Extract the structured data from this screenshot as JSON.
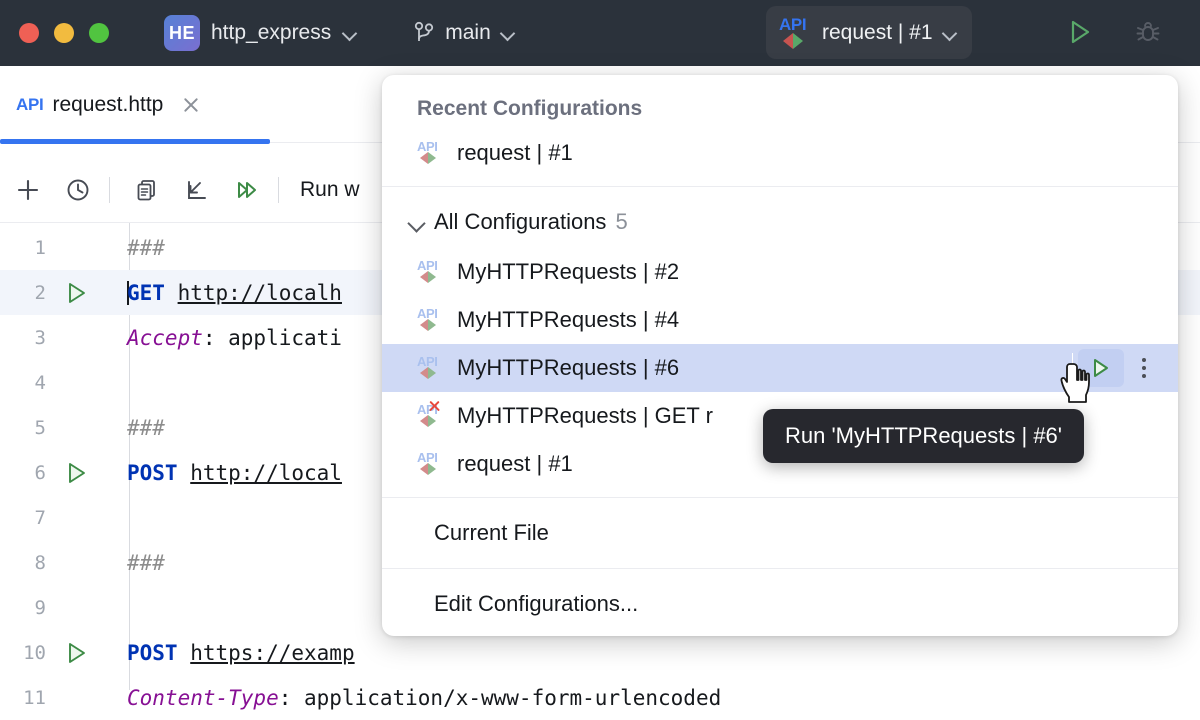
{
  "titlebar": {
    "window_controls": [
      "close",
      "minimize",
      "maximize"
    ],
    "project_badge": "HE",
    "project_name": "http_express",
    "branch_icon": "git-branch-icon",
    "branch_name": "main",
    "run_config_label": "request | #1",
    "run_button_icon": "run-icon",
    "debug_button_icon": "debug-icon",
    "colors": {
      "background": "#2b323b",
      "widget": "#383d45",
      "run_green": "#59a869"
    }
  },
  "tab": {
    "file_type": "API",
    "filename": "request.http",
    "close_icon": "close-icon",
    "underline_color": "#3574f0"
  },
  "http_toolbar": {
    "buttons": [
      {
        "name": "add-request-button",
        "icon": "plus-icon"
      },
      {
        "name": "history-button",
        "icon": "clock-icon"
      },
      {
        "name": "examples-button",
        "icon": "document-copy-icon"
      },
      {
        "name": "import-button",
        "icon": "import-arrow-icon"
      },
      {
        "name": "run-all-button",
        "icon": "run-all-icon"
      }
    ],
    "run_with_label": "Run w"
  },
  "editor": {
    "lines": [
      {
        "num": "1",
        "run_marker": false,
        "tokens": [
          {
            "type": "comment",
            "text": "###"
          }
        ]
      },
      {
        "num": "2",
        "run_marker": true,
        "active": true,
        "caret": true,
        "tokens": [
          {
            "type": "method",
            "text": "GET"
          },
          {
            "type": "plain",
            "text": " "
          },
          {
            "type": "url",
            "text": "http://localh"
          }
        ]
      },
      {
        "num": "3",
        "run_marker": false,
        "tokens": [
          {
            "type": "header",
            "text": "Accept"
          },
          {
            "type": "plain",
            "text": ": applicati"
          }
        ]
      },
      {
        "num": "4",
        "run_marker": false,
        "tokens": []
      },
      {
        "num": "5",
        "run_marker": false,
        "tokens": [
          {
            "type": "comment",
            "text": "###"
          }
        ]
      },
      {
        "num": "6",
        "run_marker": true,
        "tokens": [
          {
            "type": "method",
            "text": "POST"
          },
          {
            "type": "plain",
            "text": " "
          },
          {
            "type": "url",
            "text": "http://local"
          }
        ]
      },
      {
        "num": "7",
        "run_marker": false,
        "tokens": []
      },
      {
        "num": "8",
        "run_marker": false,
        "tokens": [
          {
            "type": "comment",
            "text": "###"
          }
        ]
      },
      {
        "num": "9",
        "run_marker": false,
        "tokens": []
      },
      {
        "num": "10",
        "run_marker": true,
        "tokens": [
          {
            "type": "method",
            "text": "POST"
          },
          {
            "type": "plain",
            "text": " "
          },
          {
            "type": "url",
            "text": "https://examp"
          }
        ]
      },
      {
        "num": "11",
        "run_marker": false,
        "tokens": [
          {
            "type": "header",
            "text": "Content-Type"
          },
          {
            "type": "plain",
            "text": ": application/x-www-form-urlencoded"
          }
        ]
      }
    ]
  },
  "popup": {
    "header": "Recent Configurations",
    "recent": [
      {
        "icon": "api-icon",
        "label": "request | #1",
        "error": false
      }
    ],
    "group": {
      "chevron": "chevron-down-icon",
      "label": "All Configurations",
      "count": "5"
    },
    "configurations": [
      {
        "icon": "api-icon",
        "label": "MyHTTPRequests | #2",
        "error": false,
        "selected": false
      },
      {
        "icon": "api-icon",
        "label": "MyHTTPRequests | #4",
        "error": false,
        "selected": false
      },
      {
        "icon": "api-icon",
        "label": "MyHTTPRequests | #6",
        "error": false,
        "selected": true
      },
      {
        "icon": "api-error-icon",
        "label": "MyHTTPRequests | GET r",
        "error": true,
        "selected": false
      },
      {
        "icon": "api-icon",
        "label": "request | #1",
        "error": false,
        "selected": false
      }
    ],
    "footer": [
      {
        "name": "current-file-item",
        "label": "Current File"
      },
      {
        "name": "edit-configurations-item",
        "label": "Edit Configurations..."
      }
    ],
    "row_actions": {
      "run_icon": "run-icon",
      "more_icon": "more-vertical-icon"
    }
  },
  "tooltip": {
    "text": "Run 'MyHTTPRequests | #6'"
  }
}
